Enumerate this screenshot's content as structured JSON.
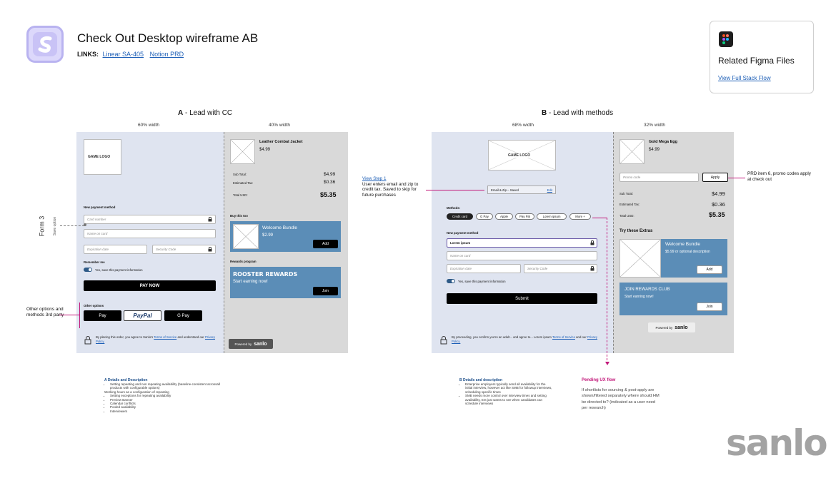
{
  "header": {
    "title": "Check Out Desktop wireframe AB",
    "links_label": "LINKS:",
    "links": [
      "Linear SA-405",
      "Notion PRD"
    ]
  },
  "figma": {
    "title": "Related Figma Files",
    "link": "View Full Stack Flow"
  },
  "colors": {
    "panel": "#dfe4f0",
    "accent_blue": "#5b8db7",
    "annotation": "#c2187a",
    "link": "#1d5fb7"
  },
  "variant_a": {
    "title_prefix": "A",
    "title": "- Lead with CC",
    "left_width": "60% width",
    "right_width": "40% width",
    "game_logo": "GAME LOGO",
    "new_payment": "New payment method",
    "card_number": "Card number",
    "name_on_card": "Name on card",
    "expiration": "Expiration date",
    "security": "Security Code",
    "remember": "Remember me",
    "save_info": "Yes, save this payment information",
    "pay_now": "PAY NOW",
    "other_options": "Other options",
    "apple_pay": " Pay",
    "paypal": "PayPal",
    "gpay": "G Pay",
    "legal_1": "By placing this order, you agree to Sanlo's",
    "terms": "Terms of Service",
    "legal_2": "and understand our",
    "privacy": "Privacy Policy.",
    "product": "Leather Combat Jacket",
    "price": "$4.99",
    "subtotal_label": "Sub Total:",
    "subtotal": "$4.99",
    "tax_label": "Estimated Tax:",
    "tax": "$0.36",
    "total_label": "Total USD:",
    "total": "$5.35",
    "buy_this_too": "Buy this too",
    "bundle_title": "Welcome Bundle",
    "bundle_price": "$2.99",
    "add": "Add",
    "rewards_program": "Rewards program",
    "rooster": "ROOSTER REWARDS",
    "start_earning": "Start earning now!",
    "join": "Join",
    "powered_by": "Powered by",
    "sanlo": "sanlo"
  },
  "variant_b": {
    "title_prefix": "B",
    "title": "- Lead with methods",
    "left_width": "68% width",
    "right_width": "32% width",
    "game_logo": "GAME LOGO",
    "email_zip": "Email & Zip – Saved",
    "edit": "Edit",
    "methods": "Methods:",
    "method_pills": [
      "Credit card",
      "G Pay",
      "Apple",
      "Pay Pal",
      "Lorem ipsum",
      "More +"
    ],
    "new_payment": "New payment method",
    "card_value": "Lorem ipsum",
    "name_on_card": "Name on card",
    "expiration": "Expiration date",
    "security": "Security Code",
    "save_info": "Yes, save this payment information",
    "submit": "Submit",
    "legal_1": "By proceeding, you confirm you're an adult... and agree to... Lorem ipsum",
    "terms": "Terms of Service",
    "legal_2": "and our",
    "privacy": "Privacy Policy.",
    "product": "Gold Mega Egg",
    "price": "$4.99",
    "promo_placeholder": "Promo code",
    "apply": "Apply",
    "subtotal_label": "Sub Total:",
    "subtotal": "$4.99",
    "tax_label": "Estimated Tax:",
    "tax": "$0.36",
    "total_label": "Total USD:",
    "total": "$5.35",
    "extras": "Try these Extras",
    "bundle_title": "Welcome Bundle",
    "bundle_price": "$5.99 or optional description",
    "add": "Add",
    "join_club": "JOIN REWARDS CLUB",
    "start_earning": "Start earning now!",
    "join": "Join",
    "powered_by": "Powered by",
    "sanlo": "sanlo"
  },
  "annotations": {
    "form3": "Form 3",
    "save_option": "Save option",
    "other_options": "Other options and methods 3rd party",
    "view_step": "View Step 1",
    "view_step_body": "User enters email and zip to credit tax. Saved to skip for future purchases",
    "prd_item": "PRD item 6, promo codes apply at check out",
    "pending_title": "Pending UX flow",
    "pending_body": "If shortlists for sourcing & post-apply are shown/filtered separately where should HM be directed to? (indicated as a user need per research)"
  },
  "details_a": {
    "title": "A Details and Description",
    "items": [
      "Setting repeating and non repeating availability (baseline-consistent acrossall products with configurable options)"
    ],
    "mid": "Working hours as a configuration of repeating",
    "items2": [
      "Setting exceptions for repeating availability",
      "Preview Banner",
      "Calendar conflicts",
      "Pooled availability",
      "Interviewers"
    ]
  },
  "details_b": {
    "title": "B Details and description",
    "items": [
      "Enterprise employers typically send all availability for the initial interview, however act like SMB for followup interviews, scheduling specific times",
      "SMB needs more control over interview times and setting availability, Ent just wants to see when candidates can schedule interviews"
    ]
  },
  "brand": {
    "wordmark": "sanlo"
  }
}
